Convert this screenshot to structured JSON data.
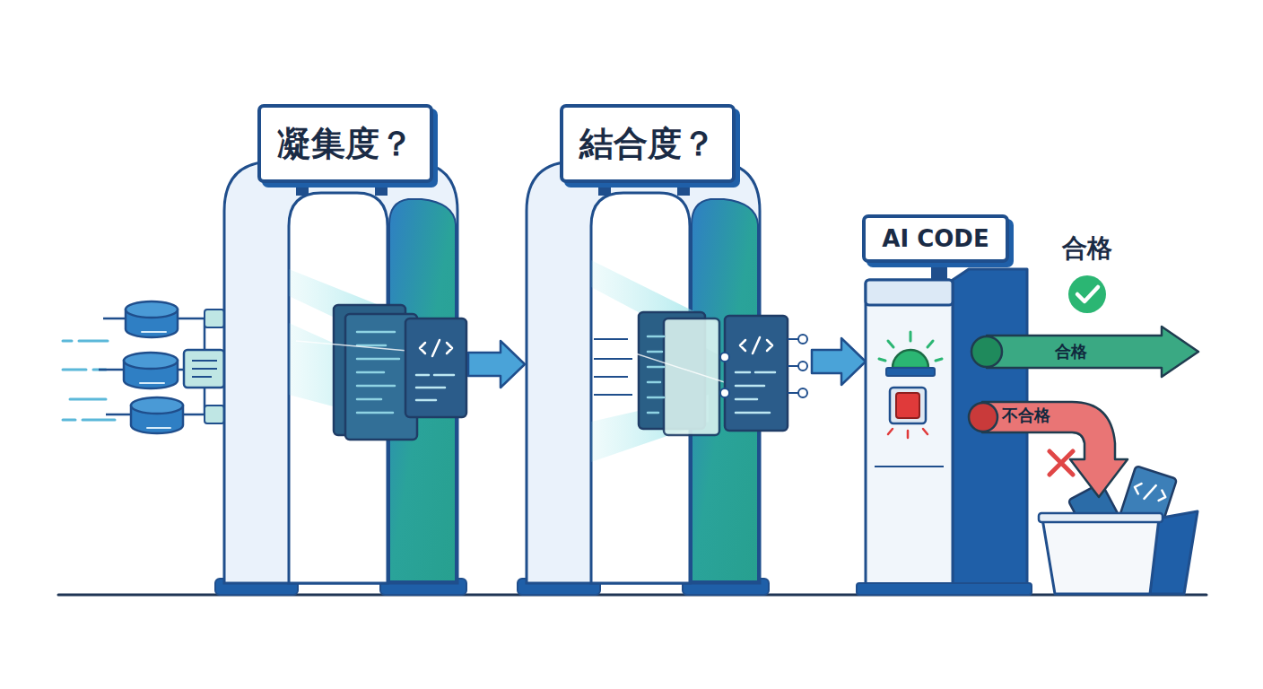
{
  "diagram": {
    "nodes": [
      {
        "text": [
          "凝集度？"
        ]
      },
      {
        "text": [
          "結合度？"
        ]
      },
      {
        "text": [
          "AI CODE"
        ]
      },
      {
        "text": [
          "合格"
        ]
      },
      {
        "text": [
          "不合格"
        ]
      }
    ],
    "labels": [
      "合格"
    ]
  }
}
